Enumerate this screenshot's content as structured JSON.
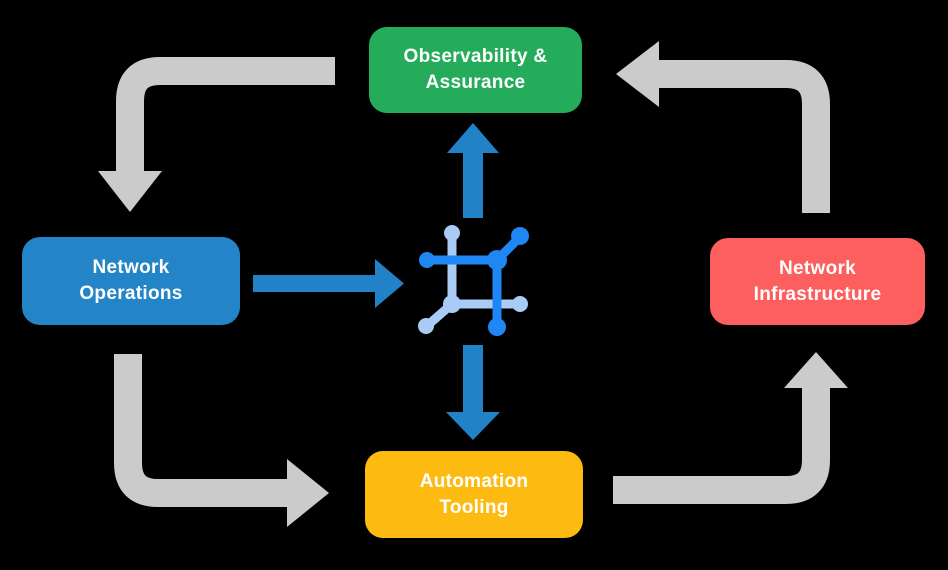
{
  "diagram": {
    "title": "",
    "background": "#000000",
    "boxes": {
      "observability": {
        "line1": "Observability &",
        "line2": "Assurance",
        "color": "#25AC5B"
      },
      "operations": {
        "line1": "Network",
        "line2": "Operations",
        "color": "#2385C7"
      },
      "infrastructure": {
        "line1": "Network",
        "line2": "Infrastructure",
        "color": "#FC5F5E"
      },
      "automation": {
        "line1": "Automation",
        "line2": "Tooling",
        "color": "#FDBB12"
      }
    },
    "center_icon": "network-hub-icon",
    "connections": [
      {
        "from": "observability",
        "to": "operations",
        "style": "gray-corner-arrow"
      },
      {
        "from": "operations",
        "to": "automation",
        "style": "gray-corner-arrow"
      },
      {
        "from": "automation",
        "to": "infrastructure",
        "style": "gray-corner-arrow"
      },
      {
        "from": "infrastructure",
        "to": "observability",
        "style": "gray-corner-arrow"
      },
      {
        "from": "operations",
        "to": "center",
        "style": "blue-straight-arrow"
      },
      {
        "from": "center",
        "to": "observability",
        "style": "blue-straight-arrow"
      },
      {
        "from": "center",
        "to": "automation",
        "style": "blue-straight-arrow"
      }
    ]
  },
  "colors": {
    "background": "#000000",
    "text": "#FFFFFF",
    "arrow_gray": "#CBCBCB",
    "arrow_blue": "#2182C8",
    "icon_dark": "#1F87F3",
    "icon_light": "#A9CCF6"
  }
}
